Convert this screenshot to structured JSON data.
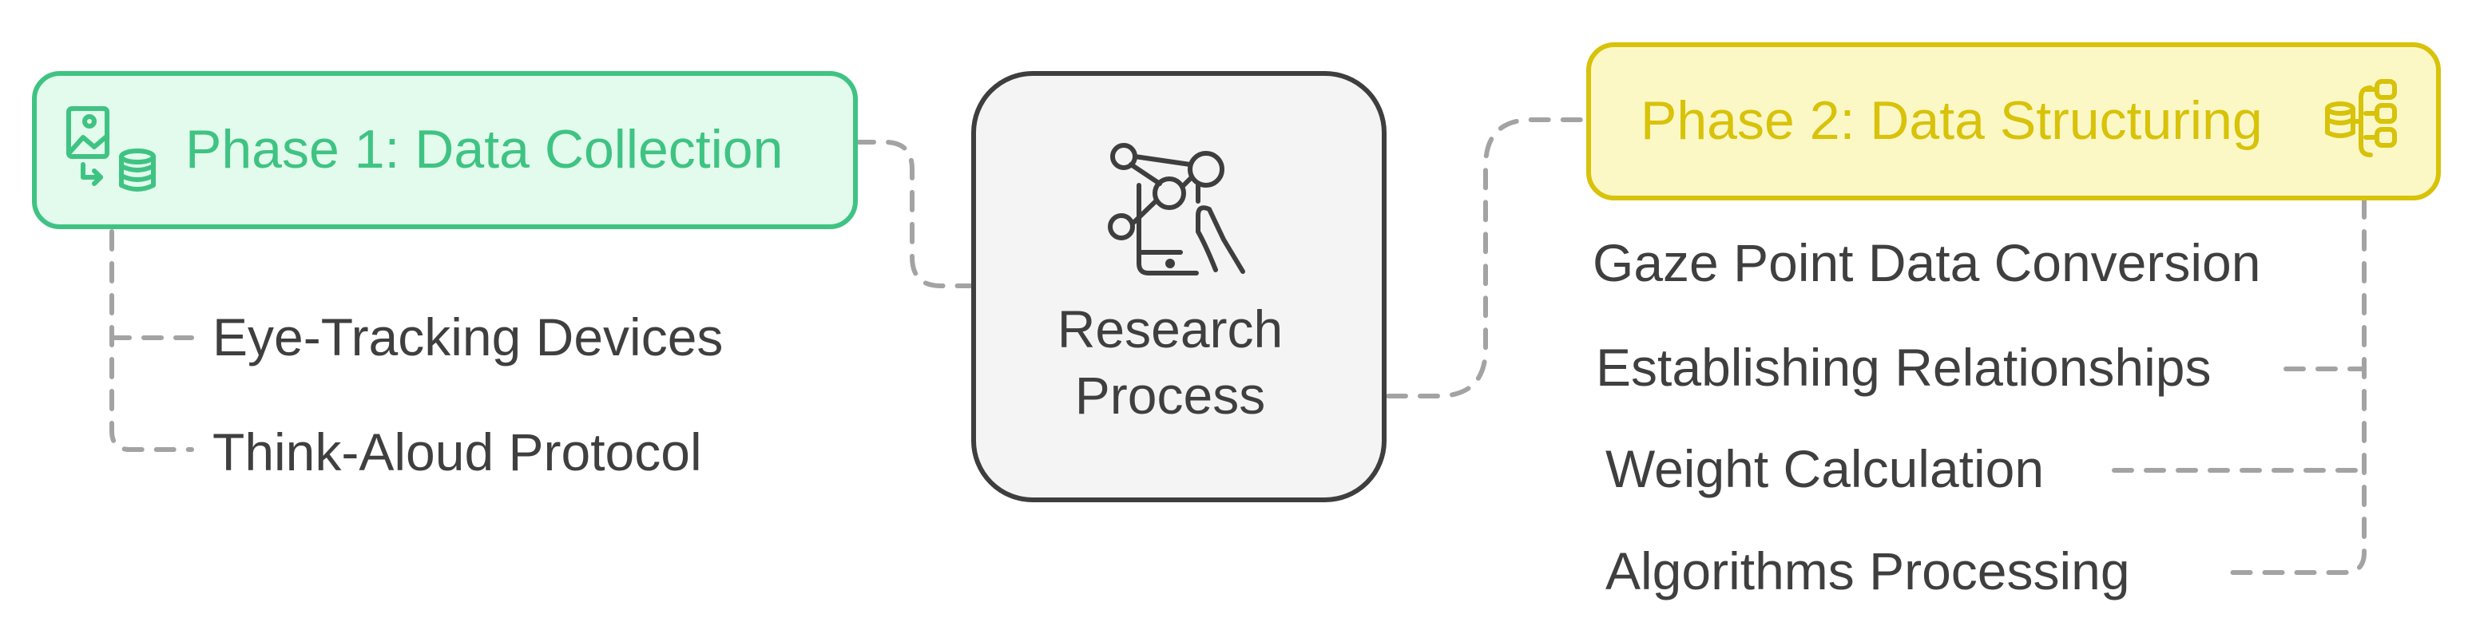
{
  "center": {
    "label_line1": "Research",
    "label_line2": "Process",
    "icon": "network-phone-hand-icon"
  },
  "phase1": {
    "title": "Phase 1: Data Collection",
    "icon": "image-database-transfer-icon",
    "color": "#3fc383",
    "fill": "#e2fbed",
    "items": [
      "Eye-Tracking Devices",
      "Think-Aloud Protocol"
    ]
  },
  "phase2": {
    "title": "Phase 2: Data Structuring",
    "icon": "database-structure-icon",
    "color": "#d8c20a",
    "fill": "#fcf8c6",
    "items": [
      "Gaze Point Data Conversion",
      "Establishing Relationships",
      "Weight Calculation",
      "Algorithms Processing"
    ]
  },
  "colors": {
    "connector": "#a3a3a3",
    "center_border": "#3e3e3e",
    "center_fill": "#f4f4f4",
    "text": "#3f3f3f"
  }
}
